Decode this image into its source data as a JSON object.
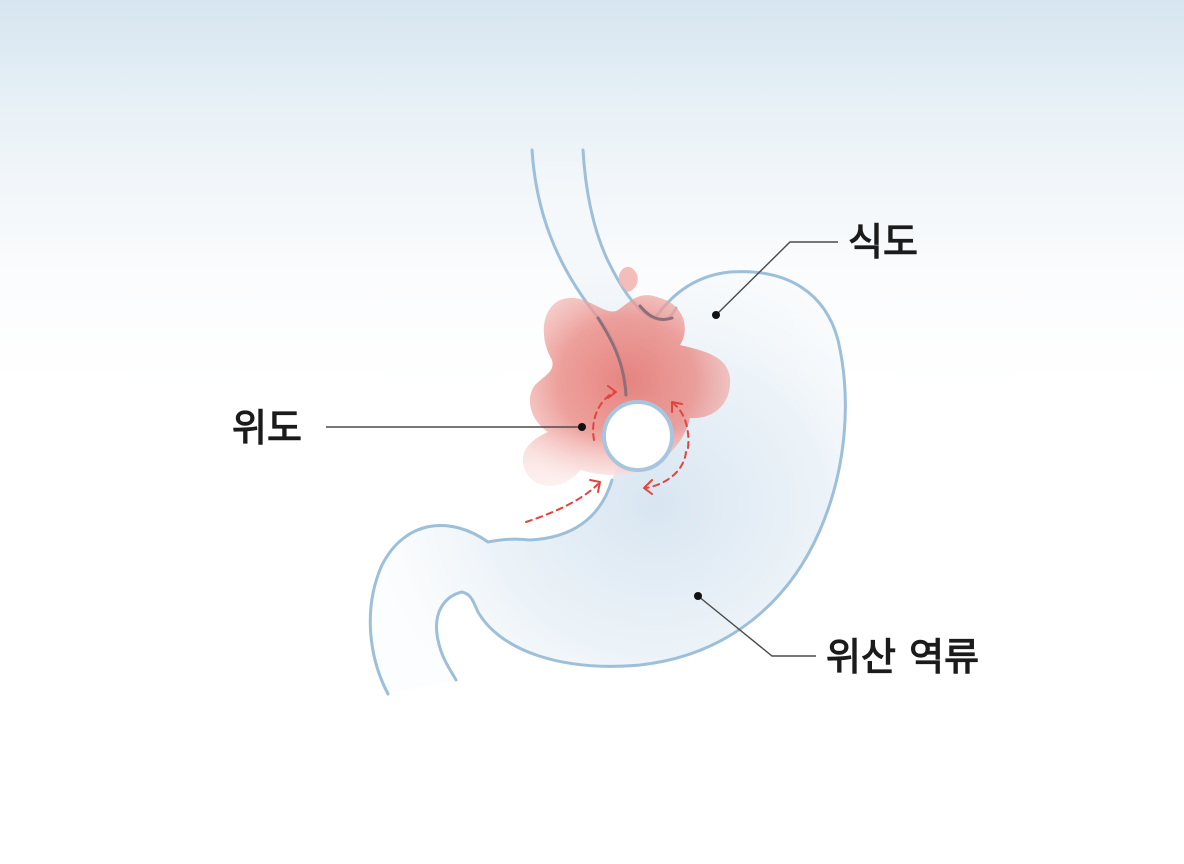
{
  "labels": {
    "esophagus": "식도",
    "stomach": "위도",
    "reflux": "위산 역류"
  },
  "colors": {
    "outline": "#9dbfd9",
    "inflammation": "#e88a86",
    "arrows": "#e0453f",
    "stomach_fill": "#dbe8f2"
  }
}
